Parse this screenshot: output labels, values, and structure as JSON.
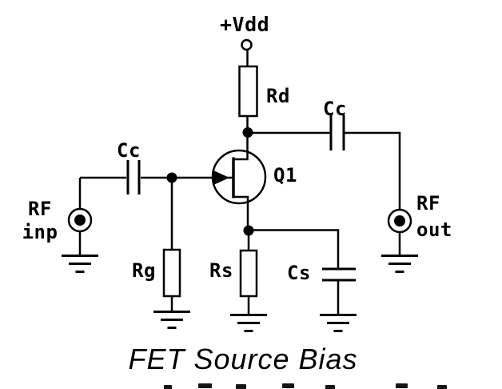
{
  "schematic": {
    "colors": {
      "ink": "#000000",
      "background": "#ffffff"
    },
    "labels": {
      "supply": "+Vdd",
      "resistor_drain": "Rd",
      "capacitor_input": "Cc",
      "capacitor_output": "Cc",
      "transistor": "Q1",
      "resistor_gate": "Rg",
      "resistor_source": "Rs",
      "capacitor_source": "Cs",
      "rf_input": {
        "line1": "RF",
        "line2": "inp"
      },
      "rf_output": {
        "line1": "RF",
        "line2": "out"
      }
    }
  },
  "caption": {
    "title": "FET Source Bias"
  }
}
